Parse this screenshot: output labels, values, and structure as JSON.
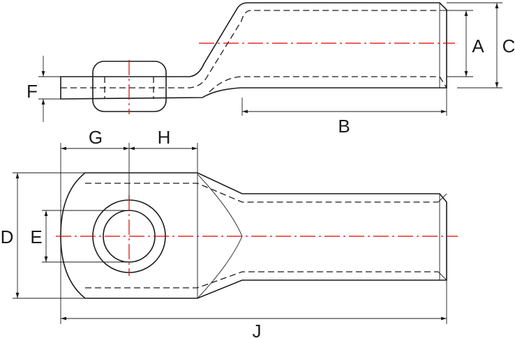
{
  "labels": {
    "A": "A",
    "B": "B",
    "C": "C",
    "D": "D",
    "E": "E",
    "F": "F",
    "G": "G",
    "H": "H",
    "J": "J"
  },
  "colors": {
    "outline": "#1a1a1a",
    "centerline": "#e00000"
  }
}
